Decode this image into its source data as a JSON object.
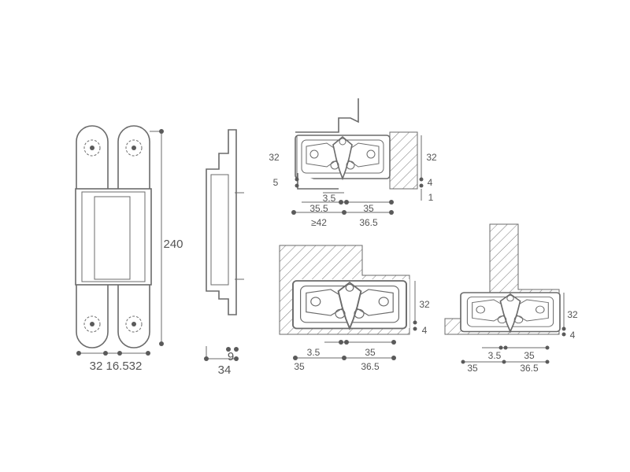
{
  "front_view": {
    "height_label": "240",
    "width_labels": "32 16.532"
  },
  "side_view": {
    "labels": [
      "9",
      "34"
    ]
  },
  "top_section": {
    "left_height": "32",
    "left_gap": "5",
    "right_height": "32",
    "right_gap": "4",
    "right_gap2": "1",
    "d1": "3.5",
    "d2": "35.5",
    "d3": "35",
    "d4": "≥42",
    "d5": "36.5"
  },
  "middle_section": {
    "height": "32",
    "gap": "4",
    "d1": "3.5",
    "d2": "35",
    "d3": "35",
    "d4": "36.5"
  },
  "right_section": {
    "height": "32",
    "gap": "4",
    "d1": "3.5",
    "d2": "35",
    "d3": "35",
    "d4": "36.5"
  }
}
